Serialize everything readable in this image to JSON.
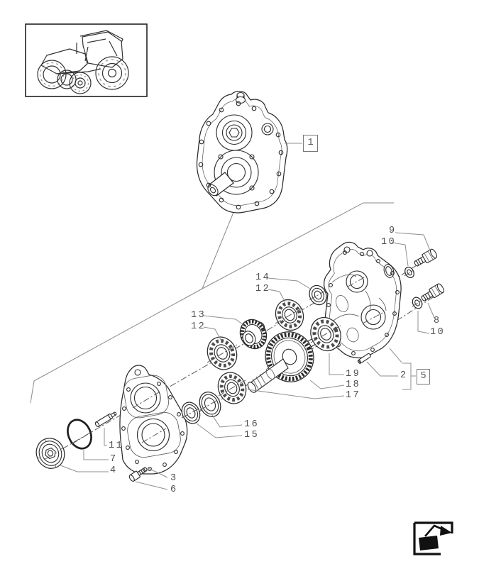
{
  "diagram": {
    "kind": "exploded-parts-diagram",
    "subject": "gearbox cover and gear train assembly",
    "thumbnail_icon": "tractor-icon",
    "corner_icon": "page-forward-icon"
  },
  "callouts": {
    "c1": {
      "text": "1",
      "boxed": true
    },
    "c2": {
      "text": "2"
    },
    "c3": {
      "text": "3"
    },
    "c4": {
      "text": "4"
    },
    "c5": {
      "text": "5",
      "boxed": true
    },
    "c6": {
      "text": "6"
    },
    "c7": {
      "text": "7"
    },
    "c8": {
      "text": "8"
    },
    "c9": {
      "text": "9"
    },
    "c10a": {
      "text": "10"
    },
    "c10b": {
      "text": "10"
    },
    "c11": {
      "text": "11"
    },
    "c12a": {
      "text": "12"
    },
    "c12b": {
      "text": "12"
    },
    "c13": {
      "text": "13"
    },
    "c14": {
      "text": "14"
    },
    "c15": {
      "text": "15"
    },
    "c16": {
      "text": "16"
    },
    "c17": {
      "text": "17"
    },
    "c18": {
      "text": "18"
    },
    "c19": {
      "text": "19"
    }
  },
  "colors": {
    "outline": "#2b2b2b",
    "leader": "#8f8f8f",
    "label": "#4f4f4f",
    "background": "#ffffff"
  }
}
